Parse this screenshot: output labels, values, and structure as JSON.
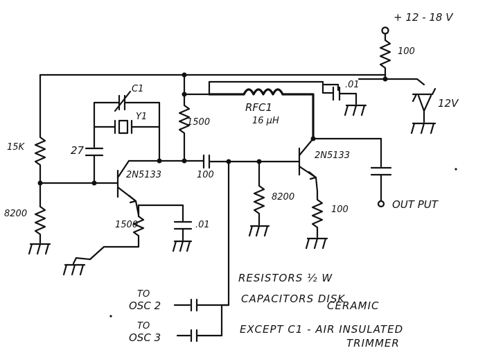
{
  "labels": {
    "supply": "+ 12 - 18 V",
    "r_supply": "100",
    "zener": "12V",
    "c_bypass": ".01",
    "rfc": "RFC1",
    "rfc_value": "16 μH",
    "r_collector": "1500",
    "c1_mark": "C1",
    "crystal": "Y1",
    "r_bias_top": "15K",
    "c_27": "27",
    "q1": "2N5133",
    "r_bias_bottom": "8200",
    "r_emitter1": "1500",
    "c_emitter1": ".01",
    "c_coupling": "100",
    "q2": "2N5133",
    "r_base2": "8200",
    "r_emitter2": "100",
    "output": "OUT PUT",
    "osc2_to": "TO",
    "osc2": "OSC 2",
    "osc3_to": "TO",
    "osc3": "OSC 3"
  },
  "notes": {
    "line1": "RESISTORS ½ W",
    "line2a": "CAPACITORS DISK",
    "line2b": "CERAMIC",
    "line3a": "EXCEPT C1 - AIR INSULATED",
    "line3b": "TRIMMER"
  }
}
